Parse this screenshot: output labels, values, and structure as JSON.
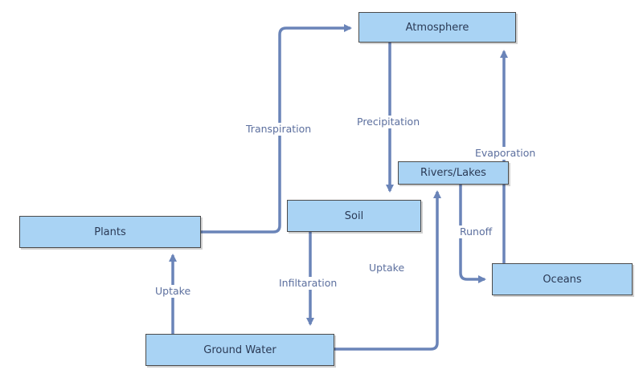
{
  "nodes": {
    "atmosphere": "Atmosphere",
    "rivers_lakes": "Rivers/Lakes",
    "soil": "Soil",
    "plants": "Plants",
    "oceans": "Oceans",
    "ground_water": "Ground Water"
  },
  "edge_labels": {
    "transpiration": "Transpiration",
    "precipitation": "Precipitation",
    "evaporation": "Evaporation",
    "runoff": "Runoff",
    "uptake_soil": "Uptake",
    "infiltration": "Infiltaration",
    "uptake_plants": "Uptake"
  },
  "colors": {
    "node_fill": "#a9d3f4",
    "node_border": "#4b4b4b",
    "arrow": "#6a84b8",
    "text": "#2b3a55",
    "label_text": "#5c6f9e"
  }
}
